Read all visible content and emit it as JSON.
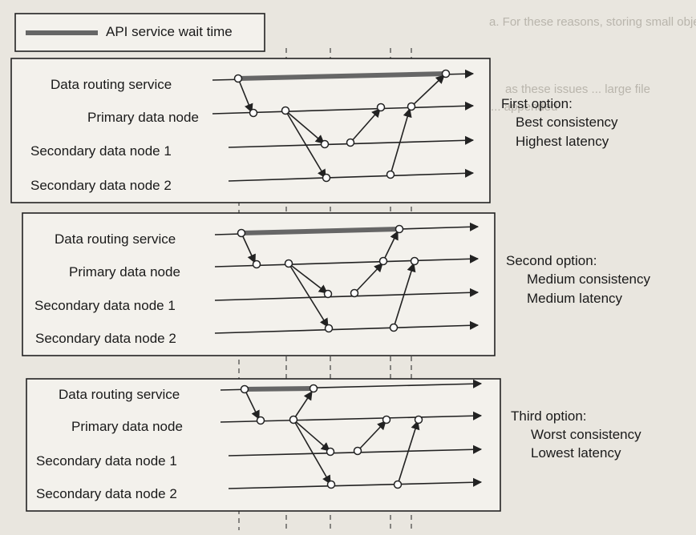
{
  "legend": {
    "label": "API service wait time"
  },
  "rows": [
    "Data routing service",
    "Primary data node",
    "Secondary data node 1",
    "Secondary data node 2"
  ],
  "panels": [
    {
      "option": "First option:",
      "consistency": "Best consistency",
      "latency": "Highest latency"
    },
    {
      "option": "Second option:",
      "consistency": "Medium consistency",
      "latency": "Medium latency"
    },
    {
      "option": "Third option:",
      "consistency": "Worst consistency",
      "latency": "Lowest latency"
    }
  ],
  "colors": {
    "wait_bar": "#666666",
    "line": "#222222"
  }
}
